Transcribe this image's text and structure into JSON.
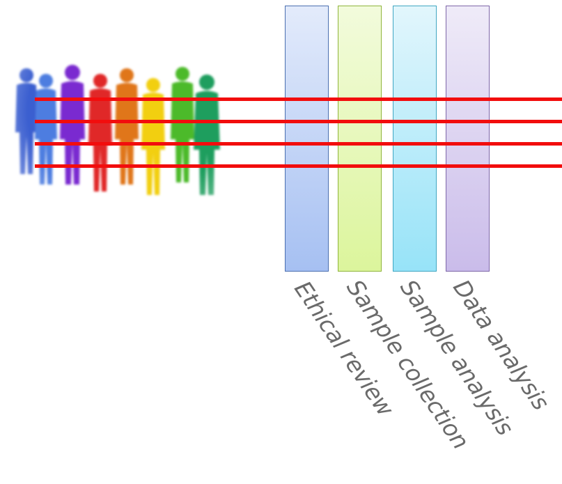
{
  "stages": [
    {
      "label": "Ethical review",
      "color": "#a6c0f2"
    },
    {
      "label": "Sample collection",
      "color": "#dcf59c"
    },
    {
      "label": "Sample analysis",
      "color": "#97e3f8"
    },
    {
      "label": "Data analysis",
      "color": "#cabcea"
    }
  ],
  "line_color": "#f20d0d",
  "people_colors": [
    "#3b5fd0",
    "#4d7de0",
    "#7a2ad0",
    "#e02828",
    "#e0761a",
    "#f2cf10",
    "#4cba2a",
    "#1e9e5e"
  ]
}
